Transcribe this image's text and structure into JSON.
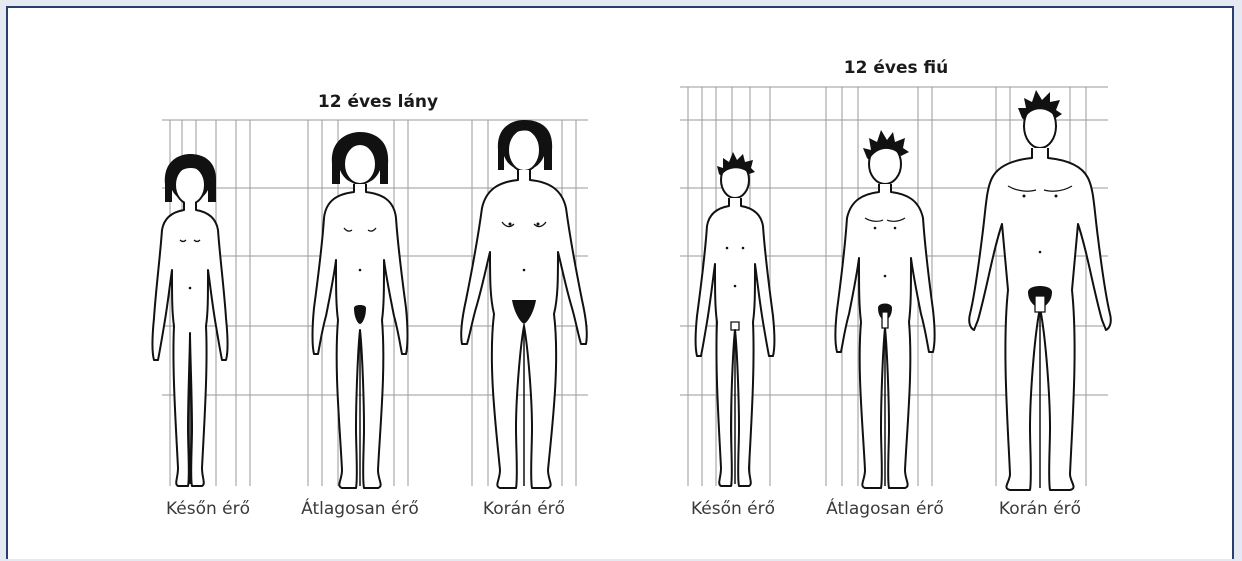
{
  "colors": {
    "border": "#2a3e72",
    "grid": "#9a9a9a",
    "outline": "#111111",
    "hair": "#111111"
  },
  "girls": {
    "title": "12 éves lány",
    "captions": [
      "Későn érő",
      "Átlagosan érő",
      "Korán érő"
    ]
  },
  "boys": {
    "title": "12 éves fiú",
    "captions": [
      "Későn érő",
      "Átlagosan érő",
      "Korán érő"
    ]
  }
}
